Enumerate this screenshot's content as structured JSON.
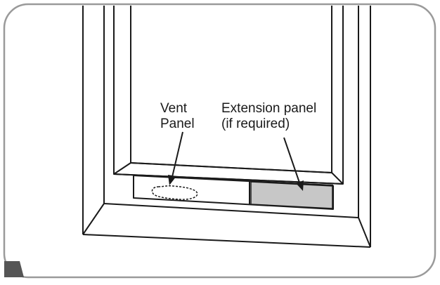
{
  "callouts": {
    "vent": {
      "line1": "Vent",
      "line2": "Panel"
    },
    "extension": {
      "line1": "Extension panel",
      "line2": "(if required)"
    }
  },
  "colors": {
    "frame_stroke": "#1a1a1a",
    "extension_fill": "#c7c7c7",
    "card_border": "#9a9a9a",
    "corner_mark": "#555555"
  }
}
